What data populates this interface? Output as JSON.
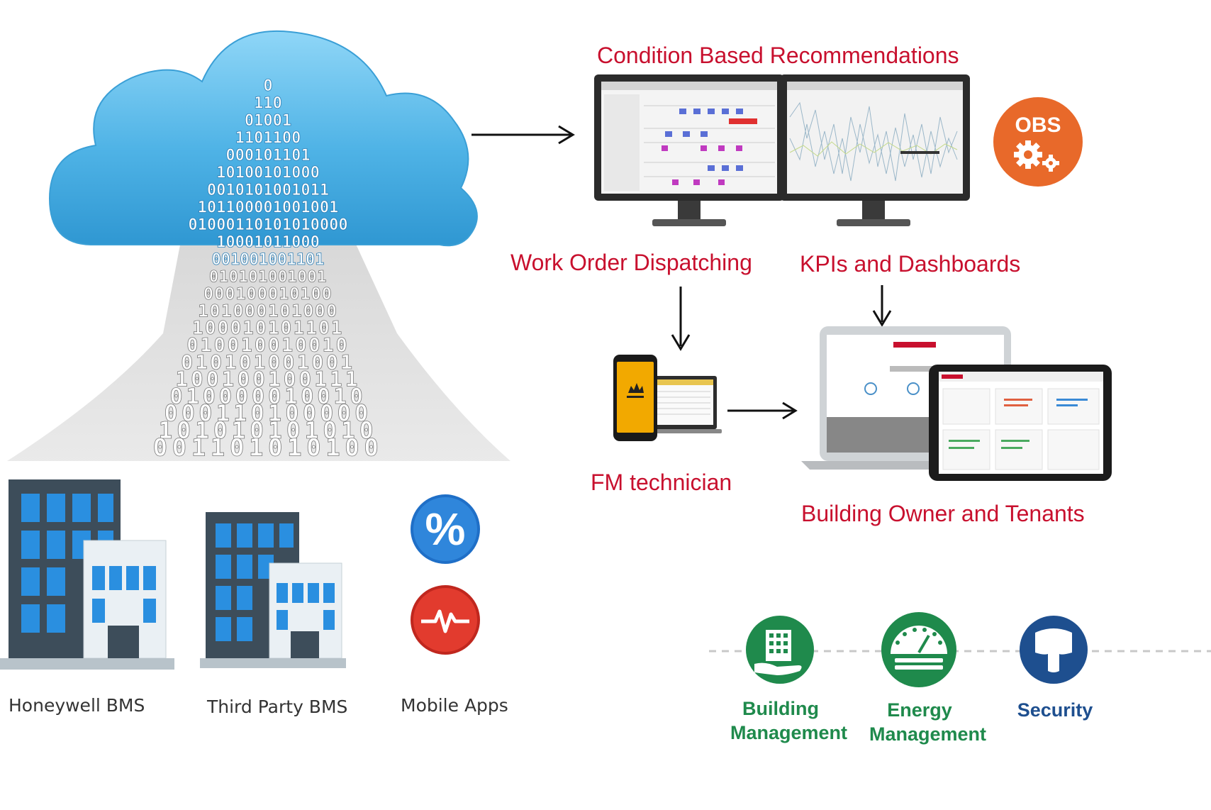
{
  "flows": {
    "condition": "Condition Based Recommendations",
    "work_order": "Work Order Dispatching",
    "kpis": "KPIs and Dashboards",
    "fm_tech": "FM technician",
    "owners": "Building Owner and Tenants"
  },
  "sources": {
    "honeywell": "Honeywell BMS",
    "third_party": "Third Party BMS",
    "mobile": "Mobile Apps"
  },
  "services": [
    {
      "line1": "Building",
      "line2": "Management",
      "color": "#1f8a4c"
    },
    {
      "line1": "Energy",
      "line2": "Management",
      "color": "#1f8a4c"
    },
    {
      "line1": "Security",
      "line2": "",
      "color": "#1e4f8f"
    }
  ],
  "obs_badge": "OBS",
  "binary_rows": [
    "0",
    "110",
    "01001",
    "1101100",
    "000101101",
    "10100101000",
    "0010101001011",
    "101100001001001",
    "01000110101010000",
    "10001011000",
    "001001001101",
    "010101001001",
    "000100010100",
    "101000101000",
    "100010101101",
    "010010010010",
    "010101001001",
    "100100100111",
    "010000010010",
    "000110100000",
    "101010101010",
    "001101010100"
  ],
  "colors": {
    "label_red": "#c8102e",
    "cloud": "#4fb3e6",
    "building_blue": "#2a8fe0",
    "obs_orange": "#e8692a",
    "green": "#1f8a4c",
    "navy": "#1e4f8f"
  }
}
